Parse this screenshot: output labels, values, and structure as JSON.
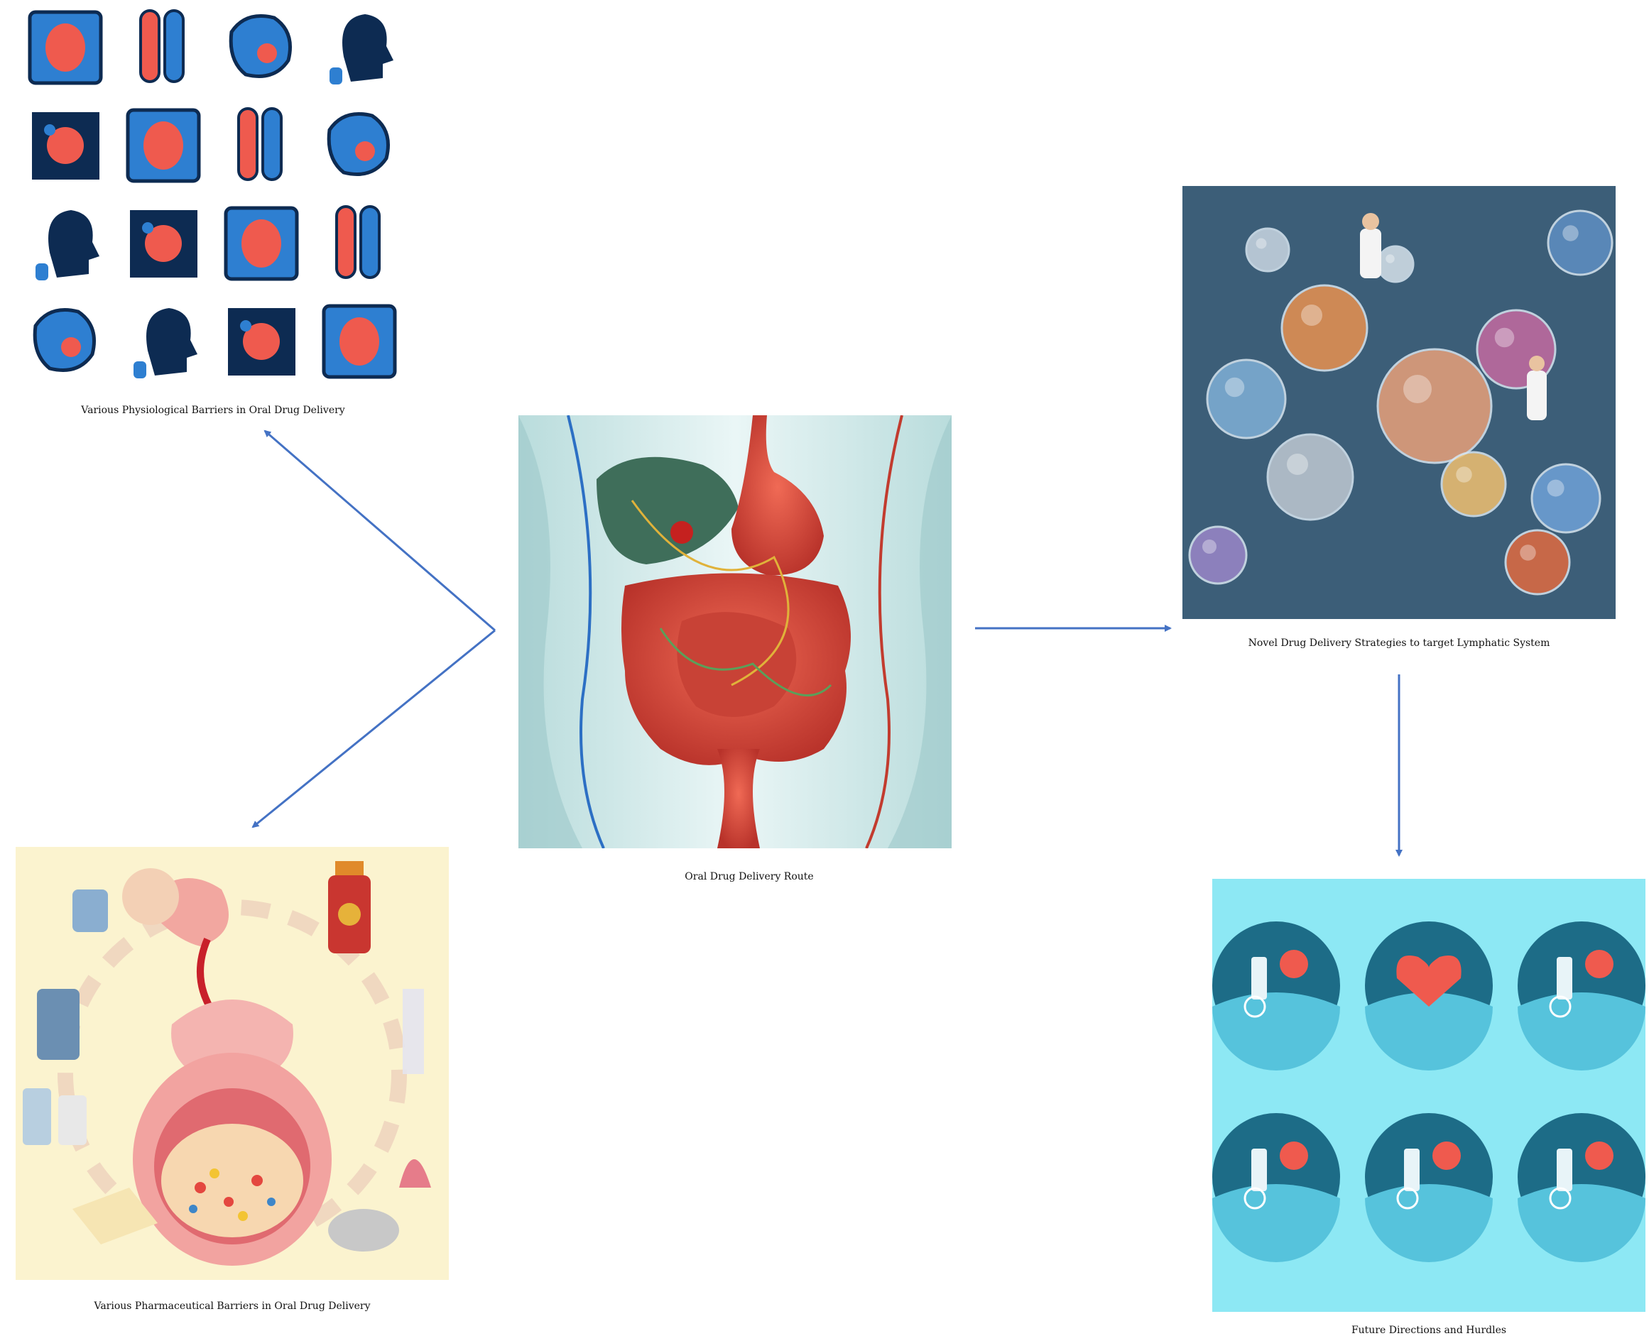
{
  "colors": {
    "arrow": "#4472c4",
    "icon_blue": "#2e7fd1",
    "icon_navy": "#0d2b52",
    "icon_red": "#ef5a4e",
    "teal_bg": "#8de8f4",
    "teal_circle": "#1d6c87",
    "novel_bg": "#3c5e78",
    "cream_bg": "#fbf3cf",
    "gut_red": "#d9473a",
    "body_bg": "#d6ecec"
  },
  "panels": {
    "physiological": {
      "caption": "Various Physiological Barriers in Oral Drug Delivery"
    },
    "oral_route": {
      "caption": "Oral Drug Delivery Route"
    },
    "novel": {
      "caption": "Novel Drug Delivery Strategies to target Lymphatic System"
    },
    "pharmaceutical": {
      "caption": "Various Pharmaceutical Barriers in Oral Drug Delivery"
    },
    "future": {
      "caption": "Future Directions and Hurdles"
    }
  },
  "icons": {
    "physiological": [
      "lungs-icon",
      "iv-drip-icon",
      "flask-icon",
      "head-profile-icon",
      "gear-circuit-icon",
      "tube-icon",
      "liver-icon",
      "capsule-icon",
      "cells-icon",
      "intestinal-villi-icon",
      "cell-cluster-icon",
      "head-silhouette-icon",
      "pill-cut-icon",
      "lungs-outline-icon",
      "capsule-gauge-icon",
      "pattern-tile-icon"
    ],
    "future": [
      "syringe-lab-icon",
      "heart-hand-icon",
      "cost-network-icon",
      "molecule-cost-icon",
      "shield-cost-icon",
      "factory-lab-icon"
    ]
  }
}
